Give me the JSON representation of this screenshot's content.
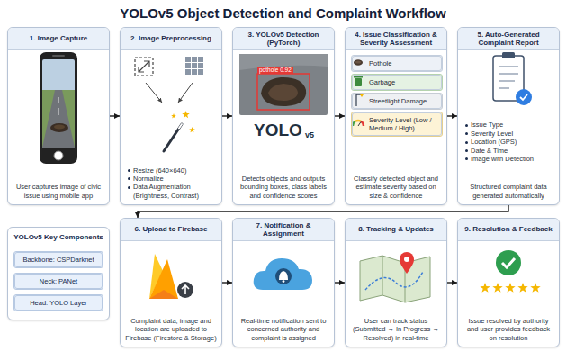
{
  "diagram": {
    "title": "YOLOv5 Object Detection and Complaint Workflow",
    "nodes": [
      {
        "text": [
          "1. Image Capture",
          "User captures image of civic issue using mobile app"
        ]
      },
      {
        "text": [
          "2. Image Preprocessing",
          "Resize (640×640)",
          "Normalize",
          "Data Augmentation (Brightness, Contrast)"
        ]
      },
      {
        "text": [
          "3. YOLOv5 Detection (PyTorch)",
          "Detects objects and outputs bounding boxes, class labels and confidence scores"
        ]
      },
      {
        "text": [
          "4. Issue Classification & Severity Assessment",
          "Classify detected object and estimate severity based on size & confidence"
        ]
      },
      {
        "text": [
          "Pothole"
        ],
        "in": 3
      },
      {
        "text": [
          "Garbage"
        ],
        "in": 3
      },
      {
        "text": [
          "Streetlight Damage"
        ],
        "in": 3
      },
      {
        "text": [
          "Severity Level (Low / Medium / High)"
        ],
        "in": 3
      },
      {
        "text": [
          "5. Auto-Generated Complaint Report",
          "Issue Type",
          "Severity Level",
          "Location (GPS)",
          "Date & Time",
          "Image with Detection",
          "Structured complaint data generated automatically"
        ]
      },
      {
        "text": [
          "YOLOv5 Key Components"
        ]
      },
      {
        "text": [
          "Backbone: CSPDarknet"
        ],
        "in": 9
      },
      {
        "text": [
          "Neck: PANet"
        ],
        "in": 9
      },
      {
        "text": [
          "Head: YOLO Layer"
        ],
        "in": 9
      },
      {
        "text": [
          "6. Upload to Firebase",
          "Complaint data, image and location are uploaded to Firebase (Firestore & Storage)"
        ]
      },
      {
        "text": [
          "7. Notification & Assignment",
          "Real-time notification sent to concerned authority and complaint is assigned"
        ]
      },
      {
        "text": [
          "8. Tracking & Updates",
          "User can track status (Submitted → In Progress → Resolved) in real-time"
        ]
      },
      {
        "text": [
          "9. Resolution & Feedback",
          "Issue resolved by authority and user provides feedback on resolution"
        ]
      }
    ],
    "edges": [
      {
        "from": 0,
        "to": 1,
        "arrow": "to"
      },
      {
        "from": 1,
        "to": 2,
        "arrow": "to"
      },
      {
        "from": 2,
        "to": 3,
        "arrow": "to"
      },
      {
        "from": 3,
        "to": 8,
        "arrow": "to"
      },
      {
        "from": 8,
        "to": 13,
        "arrow": "to"
      },
      {
        "from": 13,
        "to": 14,
        "arrow": "to"
      },
      {
        "from": 14,
        "to": 15,
        "arrow": "to"
      },
      {
        "from": 15,
        "to": 16,
        "arrow": "to"
      }
    ],
    "labels": [
      "pothole 0.92",
      "YOLO",
      "v5"
    ]
  }
}
